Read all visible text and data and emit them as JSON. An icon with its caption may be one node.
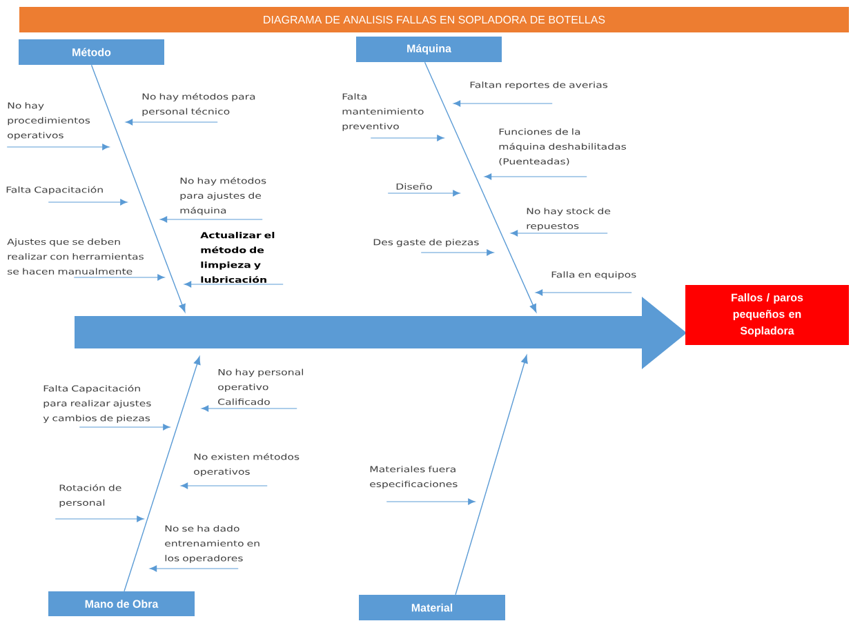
{
  "diagram": {
    "title": "DIAGRAMA DE ANALISIS FALLAS EN SOPLADORA DE BOTELLAS",
    "nodes": [
      {
        "text": [
          "Método"
        ]
      },
      {
        "text": [
          "Máquina"
        ]
      },
      {
        "text": [
          "Mano de Obra"
        ]
      },
      {
        "text": [
          "Material"
        ]
      },
      {
        "text": [],
        "shape": "arrow"
      },
      {
        "text": [
          "Fallos / paros pequeños en Sopladora"
        ]
      },
      {
        "text": [
          "No hay métodos para personal técnico"
        ]
      },
      {
        "text": [
          "No hay procedimientos operativos"
        ]
      },
      {
        "text": [
          "Falta Capacitación"
        ]
      },
      {
        "text": [
          "No hay métodos para ajustes de máquina"
        ]
      },
      {
        "text": [
          "Ajustes que se deben realizar con herramientas se hacen manualmente"
        ]
      },
      {
        "text": [
          "Actualizar el método de limpieza y lubricación"
        ]
      },
      {
        "text": [
          "Faltan reportes de averias"
        ]
      },
      {
        "text": [
          "Falta mantenimiento preventivo"
        ]
      },
      {
        "text": [
          "Funciones de la máquina deshabilitadas (Puenteadas)"
        ]
      },
      {
        "text": [
          "Diseño"
        ]
      },
      {
        "text": [
          "No hay stock de repuestos"
        ]
      },
      {
        "text": [
          "Des gaste de piezas"
        ]
      },
      {
        "text": [
          "Falla en equipos"
        ]
      },
      {
        "text": [
          "No hay personal operativo Calificado"
        ]
      },
      {
        "text": [
          "Falta Capacitación para realizar ajustes y cambios de piezas"
        ]
      },
      {
        "text": [
          "No existen métodos operativos"
        ]
      },
      {
        "text": [
          "Rotación de personal"
        ]
      },
      {
        "text": [
          "No se ha dado entrenamiento en los operadores"
        ]
      },
      {
        "text": [
          "Materiales fuera especificaciones"
        ]
      }
    ],
    "edges": [
      {
        "from": 0,
        "to": 4,
        "arrow": "to"
      },
      {
        "from": 1,
        "to": 4,
        "arrow": "to"
      },
      {
        "from": 2,
        "to": 4,
        "arrow": "to"
      },
      {
        "from": 3,
        "to": 4,
        "arrow": "to"
      },
      {
        "from": 6,
        "to": null,
        "arrow": "to"
      },
      {
        "from": 7,
        "to": null,
        "arrow": "to"
      },
      {
        "from": 8,
        "to": null,
        "arrow": "to"
      },
      {
        "from": 9,
        "to": null,
        "arrow": "to"
      },
      {
        "from": 10,
        "to": null,
        "arrow": "to"
      },
      {
        "from": 11,
        "to": null,
        "arrow": "to"
      },
      {
        "from": 12,
        "to": null,
        "arrow": "to"
      },
      {
        "from": 13,
        "to": null,
        "arrow": "to"
      },
      {
        "from": 14,
        "to": null,
        "arrow": "to"
      },
      {
        "from": 15,
        "to": null,
        "arrow": "to"
      },
      {
        "from": 16,
        "to": null,
        "arrow": "to"
      },
      {
        "from": 17,
        "to": null,
        "arrow": "to"
      },
      {
        "from": 18,
        "to": null,
        "arrow": "to"
      },
      {
        "from": 19,
        "to": null,
        "arrow": "to"
      },
      {
        "from": 20,
        "to": null,
        "arrow": "to"
      },
      {
        "from": 21,
        "to": null,
        "arrow": "to"
      },
      {
        "from": 22,
        "to": null,
        "arrow": "to"
      },
      {
        "from": 23,
        "to": null,
        "arrow": "to"
      },
      {
        "from": 24,
        "to": null,
        "arrow": "to"
      }
    ]
  }
}
